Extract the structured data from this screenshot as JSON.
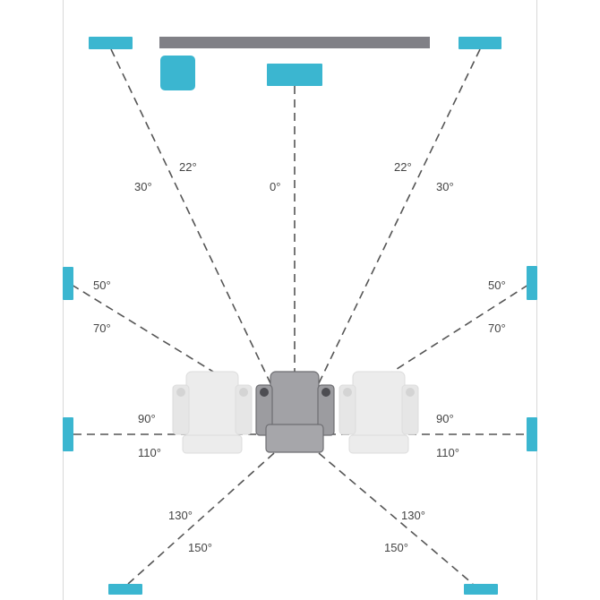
{
  "colors": {
    "speaker": "#3bb6d0",
    "screen": "#808086",
    "room_border": "#d9d9d9",
    "dash_line": "#555555",
    "chair_main": "#9c9ca0",
    "chair_ghost": "#e6e6e6"
  },
  "angle_labels": {
    "front_left_inner": "22°",
    "front_left_outer": "30°",
    "center": "0°",
    "front_right_inner": "22°",
    "front_right_outer": "30°",
    "side_left_upper": "50°",
    "side_left_lower": "70°",
    "side_right_upper": "50°",
    "side_right_lower": "70°",
    "surround_left_upper": "90°",
    "surround_left_lower": "110°",
    "surround_right_upper": "90°",
    "surround_right_lower": "110°",
    "rear_left_upper": "130°",
    "rear_left_lower": "150°",
    "rear_right_upper": "130°",
    "rear_right_lower": "150°"
  }
}
